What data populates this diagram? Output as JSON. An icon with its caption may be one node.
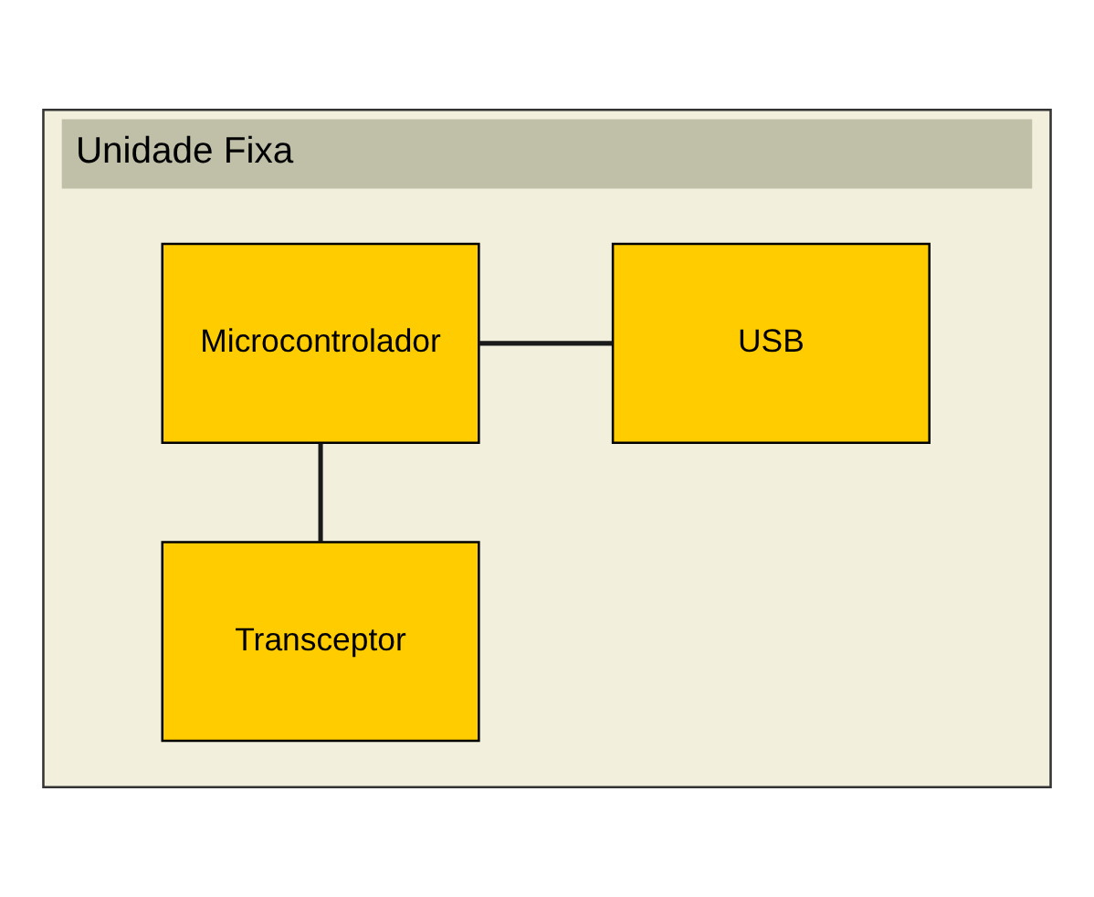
{
  "diagram": {
    "nodes": [
      {
        "text": [
          "Unidade Fixa"
        ]
      },
      {
        "text": [
          "Microcontrolador"
        ],
        "in": 0
      },
      {
        "text": [
          "USB"
        ],
        "in": 0
      },
      {
        "text": [
          "Transceptor"
        ],
        "in": 0
      }
    ],
    "edges": [
      {
        "from": 1,
        "to": 2,
        "arrow": "none"
      },
      {
        "from": 1,
        "to": 3,
        "arrow": "none"
      }
    ]
  }
}
